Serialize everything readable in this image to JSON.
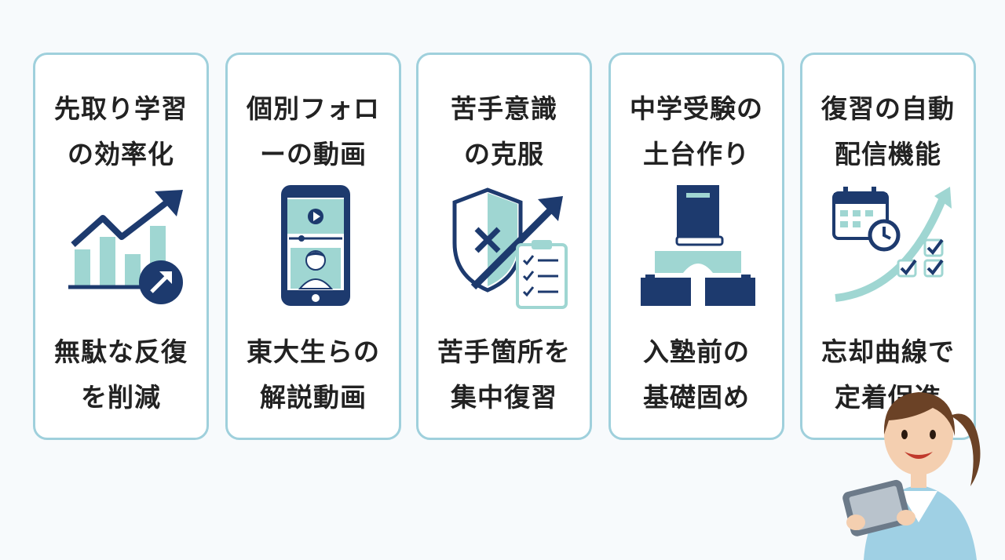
{
  "colors": {
    "navy": "#1d3a6e",
    "teal": "#9fd6d2",
    "border": "#9fd0dc"
  },
  "cards": [
    {
      "title_lines": [
        "先取り学習",
        "の効率化"
      ],
      "desc_lines": [
        "無駄な反復",
        "を削減"
      ],
      "icon": "growth-chart-icon"
    },
    {
      "title_lines": [
        "個別フォロ",
        "ーの動画"
      ],
      "desc_lines": [
        "東大生らの",
        "解説動画"
      ],
      "icon": "smartphone-video-icon"
    },
    {
      "title_lines": [
        "苦手意識",
        "の克服"
      ],
      "desc_lines": [
        "苦手箇所を",
        "集中復習"
      ],
      "icon": "shield-checklist-icon"
    },
    {
      "title_lines": [
        "中学受験の",
        "土台作り"
      ],
      "desc_lines": [
        "入塾前の",
        "基礎固め"
      ],
      "icon": "book-foundation-icon"
    },
    {
      "title_lines": [
        "復習の自動",
        "配信機能"
      ],
      "desc_lines": [
        "忘却曲線で",
        "定着促進"
      ],
      "icon": "calendar-curve-icon"
    }
  ]
}
